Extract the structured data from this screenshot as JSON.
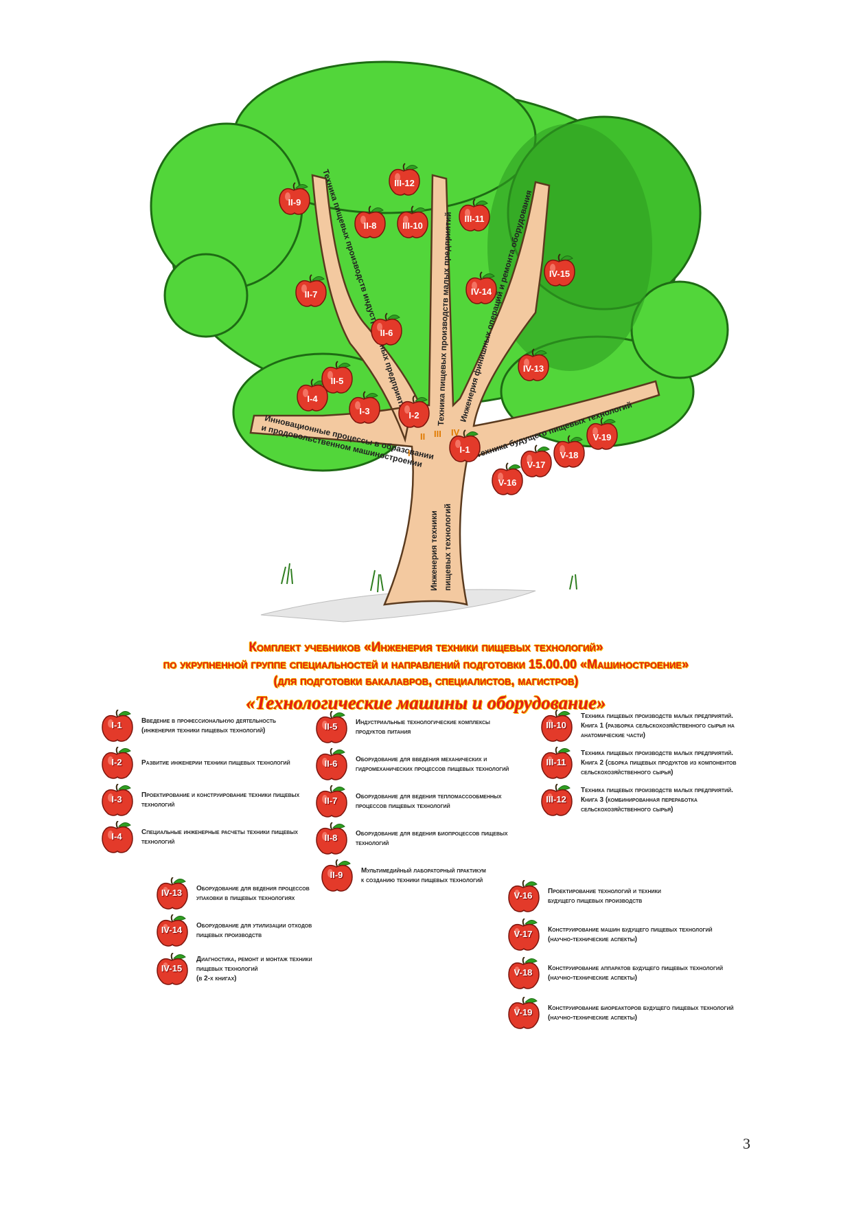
{
  "tree": {
    "trunk_label_1": "Инженерия техники",
    "trunk_label_2": "пищевых технологий",
    "branches": [
      {
        "roman": "I",
        "label_1": "Инновационные процессы в образовании",
        "label_2": "и продовольственном машиностроении"
      },
      {
        "roman": "II",
        "label": "Техника пищевых производств индустриальных предприятий"
      },
      {
        "roman": "III",
        "label": "Техника пищевых производств малых предприятий"
      },
      {
        "roman": "IV",
        "label": "Инженерия финишных операций и ремонта оборудования"
      },
      {
        "roman": "V",
        "label": "Техника будущего пищевых технологий"
      }
    ],
    "apples": [
      "I-1",
      "I-2",
      "I-3",
      "I-4",
      "II-5",
      "II-6",
      "II-7",
      "II-8",
      "II-9",
      "III-10",
      "III-11",
      "III-12",
      "IV-13",
      "IV-14",
      "IV-15",
      "V-16",
      "V-17",
      "V-18",
      "V-19"
    ]
  },
  "heading": {
    "line1": "Комплект учебников «Инженерия техники пищевых технологий»",
    "line2": "по укрупненной группе специальностей и направлений подготовки 15.00.00 «Машиностроение»",
    "line3": "(для подготовки бакалавров, специалистов, магистров)",
    "subtitle": "«Технологические машины и оборудование»"
  },
  "books": [
    {
      "code": "I-1",
      "text": "Введение в профессиональную деятельность\n(инженерия техники пищевых технологий)"
    },
    {
      "code": "I-2",
      "text": "Развитие инженерии техники пищевых технологий"
    },
    {
      "code": "I-3",
      "text": "Проектирование и конструирование техники пищевых\nтехнологий"
    },
    {
      "code": "I-4",
      "text": "Специальные инженерные расчеты техники пищевых\nтехнологий"
    },
    {
      "code": "II-5",
      "text": "Индустриальные технологические комплексы\nпродуктов питания"
    },
    {
      "code": "II-6",
      "text": "Оборудование для введения механических и\nгидромеханических процессов пищевых технологий"
    },
    {
      "code": "II-7",
      "text": "Оборудование для ведения тепломассообменных\nпроцессов пищевых технологий"
    },
    {
      "code": "II-8",
      "text": "Оборудование для ведения биопроцессов пищевых\nтехнологий"
    },
    {
      "code": "II-9",
      "text": "Мультимедийный лабораторный практикум\nк созданию техники пищевых технологий"
    },
    {
      "code": "III-10",
      "text": "Техника пищевых производств малых предприятий.\nКнига 1 (разборка сельскохозяйственного сырья на\nанатомические части)"
    },
    {
      "code": "III-11",
      "text": "Техника пищевых производств малых предприятий.\nКнига 2 (сборка пищевых продуктов из компонентов\nсельскохозяйственного сырья)"
    },
    {
      "code": "III-12",
      "text": "Техника пищевых производств малых предприятий.\nКнига 3 (комбинированная переработка\nсельскохозяйственного сырья)"
    },
    {
      "code": "IV-13",
      "text": "Оборудование для ведения процессов\nупаковки в пищевых технологиях"
    },
    {
      "code": "IV-14",
      "text": "Оборудование для утилизации отходов\nпищевых производств"
    },
    {
      "code": "IV-15",
      "text": "Диагностика, ремонт и монтаж техники\nпищевых технологий\n(в 2-х книгах)"
    },
    {
      "code": "V-16",
      "text": "Проектирование технологий и техники\nбудущего пищевых производств"
    },
    {
      "code": "V-17",
      "text": "Конструирование машин будущего пищевых технологий\n(научно-технические аспекты)"
    },
    {
      "code": "V-18",
      "text": "Конструирование аппаратов будущего пищевых технологий\n(научно-технические аспекты)"
    },
    {
      "code": "V-19",
      "text": "Конструирование биореакторов будущего пищевых технологий\n(научно-технические аспекты)"
    }
  ],
  "page_number": "3",
  "colors": {
    "foliage": "#52d63a",
    "foliage_dark": "#2f9e22",
    "trunk": "#f3c9a0",
    "apple": "#e33a2a",
    "heading": "#e41e14"
  }
}
